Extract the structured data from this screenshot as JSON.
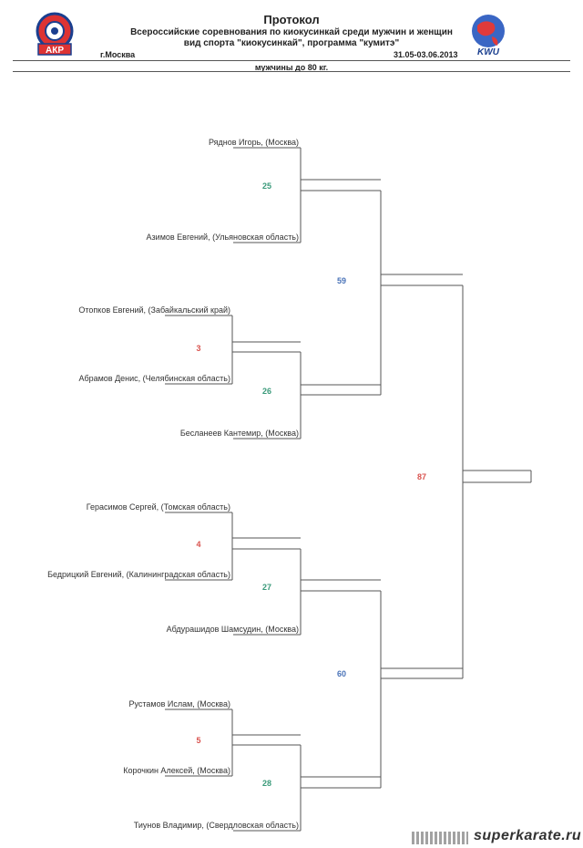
{
  "header": {
    "title": "Протокол",
    "line1": "Всероссийские соревнования по киокусинкай среди мужчин и женщин",
    "line2": "вид спорта \"киокусинкай\", программа \"кумитэ\"",
    "city": "г.Москва",
    "dates": "31.05-03.06.2013",
    "category": "мужчины до 80 кг.",
    "logo_left_text": "АКР",
    "logo_right_text": "KWU"
  },
  "bracket": {
    "participants": [
      "Ряднов  Игорь, (Москва)",
      "Азимов Евгений, (Ульяновская область)",
      "Отопков Евгений, (Забайкальский край)",
      "Абрамов  Денис, (Челябинская область)",
      "Бесланеев  Кантемир, (Москва)",
      "Герасимов  Сергей, (Томская область)",
      "Бедрицкий  Евгений, (Калининградская область)",
      "Абдурашидов  Шамсудин, (Москва)",
      "Рустамов Ислам, (Москва)",
      "Корочкин  Алексей, (Москва)",
      "Тиунов  Владимир, (Свердловская область)"
    ],
    "fights": {
      "f3": "3",
      "f4": "4",
      "f5": "5",
      "f25": "25",
      "f26": "26",
      "f27": "27",
      "f28": "28",
      "f59": "59",
      "f60": "60",
      "f87": "87"
    }
  },
  "watermark": "superkarate.ru",
  "colors": {
    "red": "#d9534f",
    "green": "#3a9a7a",
    "blue": "#4a73b8",
    "line": "#555555"
  }
}
